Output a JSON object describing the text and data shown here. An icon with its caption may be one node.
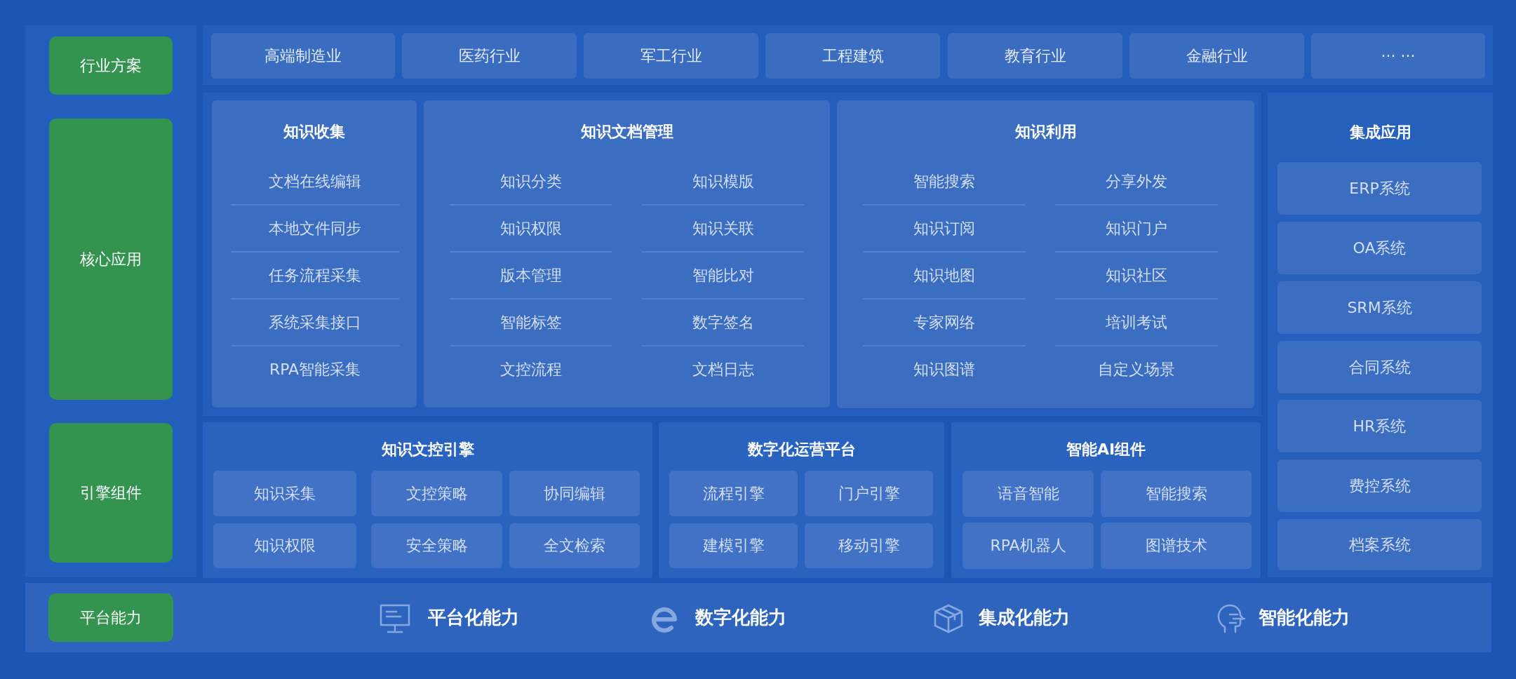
{
  "diagram": {
    "nodes": [
      {
        "text": [
          "行业方案"
        ]
      },
      {
        "text": [
          "高端制造业"
        ]
      },
      {
        "text": [
          "医药行业"
        ]
      },
      {
        "text": [
          "军工行业"
        ]
      },
      {
        "text": [
          "工程建筑"
        ]
      },
      {
        "text": [
          "教育行业"
        ]
      },
      {
        "text": [
          "金融行业"
        ]
      },
      {
        "text": [
          "··· ···"
        ]
      },
      {
        "text": [
          "核心应用"
        ]
      },
      {
        "text": [
          "知识收集",
          "文档在线编辑",
          "本地文件同步",
          "任务流程采集",
          "系统采集接口",
          "RPA智能采集"
        ]
      },
      {
        "text": [
          "知识文档管理",
          "知识分类",
          "知识模版",
          "知识权限",
          "知识关联",
          "版本管理",
          "智能比对",
          "智能标签",
          "数字签名",
          "文控流程",
          "文档日志"
        ]
      },
      {
        "text": [
          "知识利用",
          "智能搜索",
          "分享外发",
          "知识订阅",
          "知识门户",
          "知识地图",
          "知识社区",
          "专家网络",
          "培训考试",
          "知识图谱",
          "自定义场景"
        ]
      },
      {
        "text": [
          "集成应用"
        ]
      },
      {
        "text": [
          "ERP系统"
        ],
        "in": 12
      },
      {
        "text": [
          "OA系统"
        ],
        "in": 12
      },
      {
        "text": [
          "SRM系统"
        ],
        "in": 12
      },
      {
        "text": [
          "合同系统"
        ],
        "in": 12
      },
      {
        "text": [
          "HR系统"
        ],
        "in": 12
      },
      {
        "text": [
          "费控系统"
        ],
        "in": 12
      },
      {
        "text": [
          "档案系统"
        ],
        "in": 12
      },
      {
        "text": [
          "引擎组件"
        ]
      },
      {
        "text": [
          "知识文控引擎"
        ]
      },
      {
        "text": [
          "知识采集"
        ],
        "in": 21
      },
      {
        "text": [
          "文控策略"
        ],
        "in": 21
      },
      {
        "text": [
          "协同编辑"
        ],
        "in": 21
      },
      {
        "text": [
          "知识权限"
        ],
        "in": 21
      },
      {
        "text": [
          "安全策略"
        ],
        "in": 21
      },
      {
        "text": [
          "全文检索"
        ],
        "in": 21
      },
      {
        "text": [
          "数字化运营平台"
        ]
      },
      {
        "text": [
          "流程引擎"
        ],
        "in": 28
      },
      {
        "text": [
          "门户引擎"
        ],
        "in": 28
      },
      {
        "text": [
          "建模引擎"
        ],
        "in": 28
      },
      {
        "text": [
          "移动引擎"
        ],
        "in": 28
      },
      {
        "text": [
          "智能AI组件"
        ]
      },
      {
        "text": [
          "语音智能"
        ],
        "in": 33
      },
      {
        "text": [
          "智能搜索"
        ],
        "in": 33
      },
      {
        "text": [
          "RPA机器人"
        ],
        "in": 33
      },
      {
        "text": [
          "图谱技术"
        ],
        "in": 33
      },
      {
        "text": [
          "平台化能力",
          "数字化能力",
          "集成化能力",
          "智能化能力"
        ]
      },
      {
        "text": [
          "平台能力"
        ],
        "in": 38
      }
    ]
  }
}
